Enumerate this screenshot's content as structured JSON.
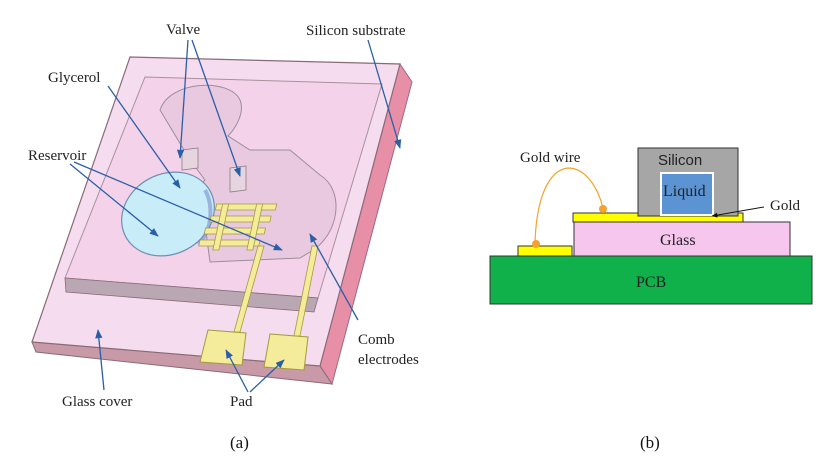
{
  "panel_a": {
    "caption": "(a)",
    "labels": {
      "valve": "Valve",
      "silicon_substrate": "Silicon substrate",
      "glycerol": "Glycerol",
      "reservoir": "Reservoir",
      "comb_electrodes_1": "Comb",
      "comb_electrodes_2": "electrodes",
      "glass_cover": "Glass cover",
      "pad": "Pad"
    }
  },
  "panel_b": {
    "caption": "(b)",
    "labels": {
      "silicon": "Silicon",
      "liquid": "Liquid",
      "gold_wire": "Gold wire",
      "gold": "Gold",
      "glass": "Glass",
      "pcb": "PCB"
    }
  },
  "colors": {
    "glass_cover": "#f6dcef",
    "silicon_edge": "#e88fa8",
    "glycerol": "#c8ecf8",
    "gold": "#f4ec9a",
    "liquid": "#5b93d3",
    "silicon_gray": "#a6a6a6",
    "glass_b": "#f7c6ef",
    "pcb": "#10b04a",
    "gold_b": "#ffff00",
    "arrow": "#2a5fa8"
  }
}
